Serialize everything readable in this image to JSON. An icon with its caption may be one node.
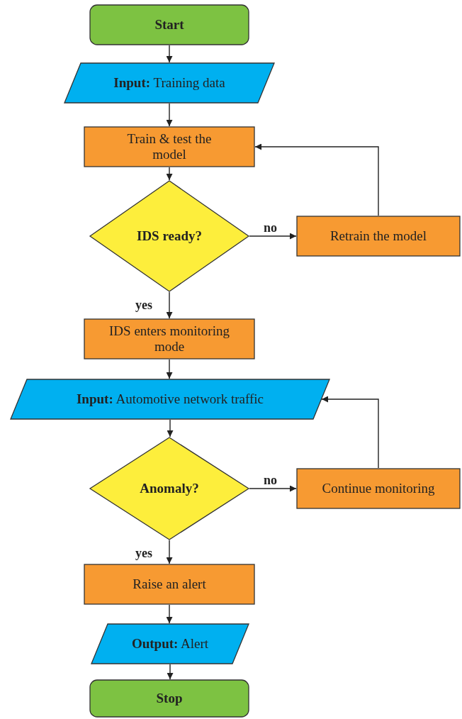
{
  "diagram": {
    "nodes": [
      {
        "text": [
          "Start"
        ]
      },
      {
        "text": [
          "**Input:** Training data"
        ]
      },
      {
        "text": [
          "Train & test the model"
        ]
      },
      {
        "text": [
          "IDS ready?"
        ]
      },
      {
        "text": [
          "Retrain the model"
        ]
      },
      {
        "text": [
          "IDS enters monitoring mode"
        ]
      },
      {
        "text": [
          "**Input:** Automotive network traffic"
        ]
      },
      {
        "text": [
          "Anomaly?"
        ]
      },
      {
        "text": [
          "Continue monitoring"
        ]
      },
      {
        "text": [
          "Raise an alert"
        ]
      },
      {
        "text": [
          "**Output:** Alert"
        ]
      },
      {
        "text": [
          "Stop"
        ]
      }
    ],
    "edges": [
      {
        "from": 0,
        "to": 1,
        "arrow": "to"
      },
      {
        "from": 1,
        "to": 2,
        "arrow": "to"
      },
      {
        "from": 2,
        "to": 3,
        "arrow": "to"
      },
      {
        "from": 3,
        "to": 4,
        "arrow": "to",
        "label": "no"
      },
      {
        "from": 4,
        "to": 2,
        "arrow": "to"
      },
      {
        "from": 3,
        "to": 5,
        "arrow": "to",
        "label": "yes"
      },
      {
        "from": 5,
        "to": 6,
        "arrow": "to"
      },
      {
        "from": 6,
        "to": 7,
        "arrow": "to"
      },
      {
        "from": 7,
        "to": 8,
        "arrow": "to",
        "label": "no"
      },
      {
        "from": 8,
        "to": 6,
        "arrow": "to"
      },
      {
        "from": 7,
        "to": 9,
        "arrow": "to",
        "label": "yes"
      },
      {
        "from": 9,
        "to": 10,
        "arrow": "to"
      },
      {
        "from": 10,
        "to": 11,
        "arrow": "to"
      }
    ]
  }
}
